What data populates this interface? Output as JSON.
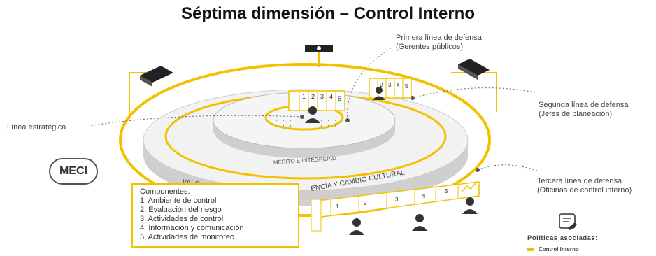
{
  "title": "Séptima dimensión – Control Interno",
  "labels": {
    "primera": [
      "Primera línea de defensa",
      "(Gerentes públicos)"
    ],
    "segunda": [
      "Segunda línea de defensa",
      "(Jefes de planeación)"
    ],
    "tercera": [
      "Tercera línea de defensa",
      "(Oficinas de control interno)"
    ],
    "estrategica": "Línea estratégica"
  },
  "meci": "MECI",
  "ring_texts": {
    "merito": "MÉRITO E INTEGRIDAD",
    "valores_left": "VALO",
    "valores_right": "ENCIA Y CAMBIO CULTURAL"
  },
  "componentes": {
    "heading": "Componentes:",
    "items": [
      "1. Ambiente de control",
      "2. Evaluación del riesgo",
      "3. Actividades de control",
      "4. Información y comunicación",
      "5. Actividades de monitoreo"
    ]
  },
  "step_numbers": [
    "1",
    "2",
    "3",
    "4",
    "5"
  ],
  "politicas": {
    "heading": "Políticas asociadas:",
    "item": "Control interno"
  },
  "colors": {
    "accent": "#f2c200",
    "ring_gray": "#d9d9d9",
    "dark": "#333333"
  }
}
